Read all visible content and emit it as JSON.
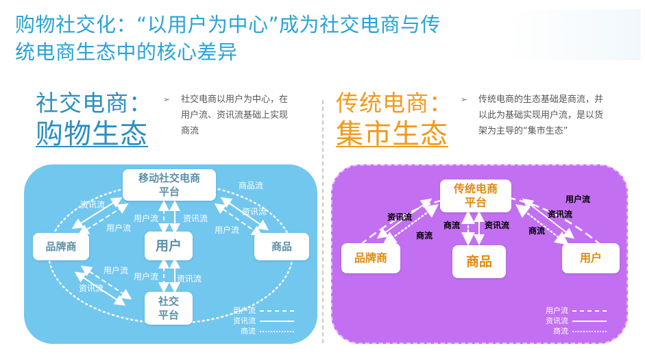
{
  "title": {
    "line1": "购物社交化：“以用户为中心”成为社交电商与传",
    "line2": "统电商生态中的核心差异"
  },
  "colors": {
    "title": "#29a3d6",
    "left_heading": "#2a8fc2",
    "right_heading": "#f29a1c",
    "left_panel": "#72c7ef",
    "right_panel": "#c36ff2"
  },
  "left": {
    "heading": "社交电商：",
    "subheading": "购物生态",
    "bullet": "➢",
    "desc": [
      "社交电商以用户为中心，在",
      "用户流、资讯流基础上实现",
      "商流"
    ],
    "nodes": {
      "platform": "移动社交电商\n平台",
      "user": "用户",
      "brand": "品牌商",
      "goods": "商品",
      "social": "社交\n平台"
    },
    "labels": {
      "info_ul": "资讯流",
      "user_ul": "用户流",
      "user_c1": "用户流",
      "info_c1": "资讯流",
      "goods_top": "商品流",
      "info_ur": "资讯流",
      "user_ur": "用户流",
      "user_ll": "用户流",
      "info_ll": "资讯流",
      "user_c2": "用户流",
      "info_c2": "资讯流"
    },
    "legend": [
      "用户流",
      "资讯流",
      "商流"
    ]
  },
  "right": {
    "heading": "传统电商：",
    "subheading": "集市生态",
    "bullet": "➢",
    "desc": [
      "传统电商的生态基础是商流，并",
      "以此为基础实现用户流，是以货",
      "架为主导的“集市生态”"
    ],
    "nodes": {
      "platform": "传统电商\n平台",
      "brand": "品牌商",
      "goods": "商品",
      "user": "用户"
    },
    "labels": {
      "info_ul": "资讯流",
      "goods_ul": "商流",
      "goods_c": "商流",
      "info_c": "资讯流",
      "user_top": "用户流",
      "info_ur": "资讯流",
      "goods_ur": "商流"
    },
    "legend": [
      "用户流",
      "资讯流",
      "商流"
    ]
  }
}
